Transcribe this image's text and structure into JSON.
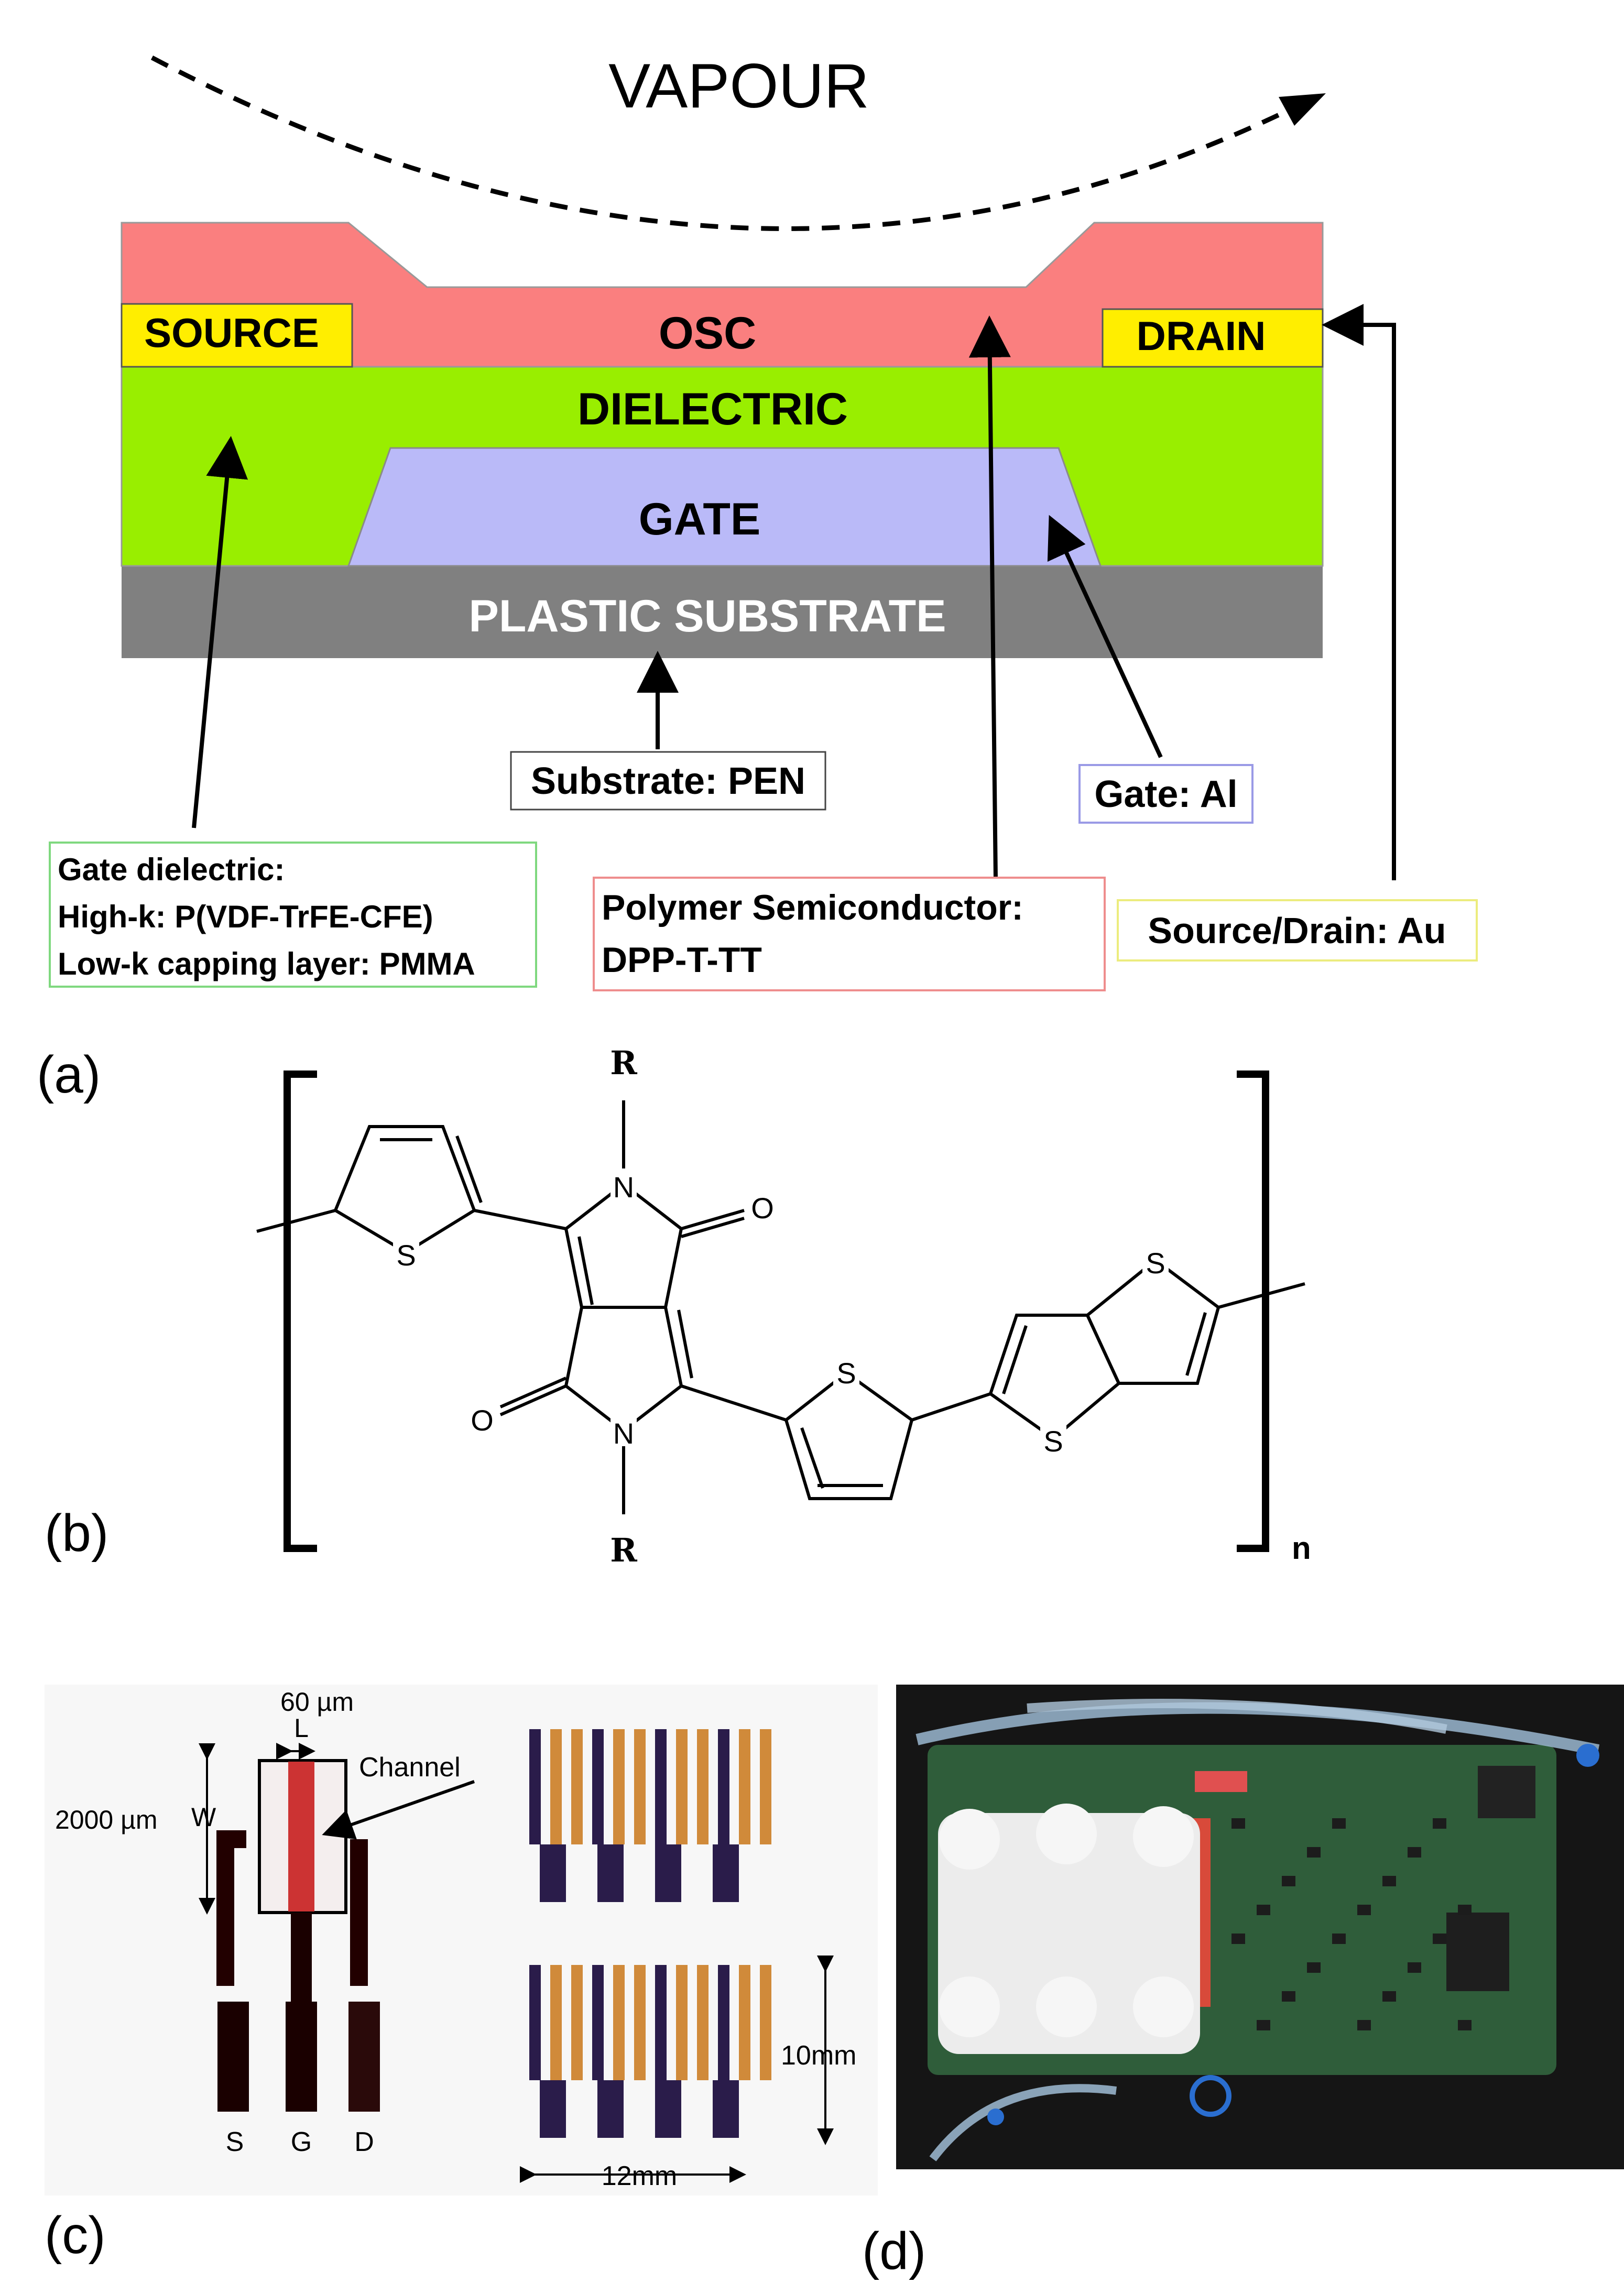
{
  "panel_a": {
    "vapour_label": "VAPOUR",
    "layers": {
      "source": "SOURCE",
      "osc": "OSC",
      "drain": "DRAIN",
      "dielectric": "DIELECTRIC",
      "gate": "GATE",
      "substrate": "PLASTIC SUBSTRATE"
    },
    "colors": {
      "osc": "#fa7f7f",
      "source_drain": "#ffee00",
      "dielectric": "#99ee00",
      "gate": "#babaf8",
      "substrate": "#808080",
      "box_dielectric": "#7fd87f",
      "box_gate": "#9a9ae6",
      "box_semiconductor": "#ee8d8d",
      "box_source_drain": "#ecec7e"
    },
    "callouts": {
      "substrate": "Substrate: PEN",
      "gate": "Gate: Al",
      "dielectric_title": "Gate dielectric:",
      "dielectric_highk": "High-k: P(VDF-TrFE-CFE)",
      "dielectric_lowk": "Low-k capping layer: PMMA",
      "semiconductor_title": "Polymer Semiconductor:",
      "semiconductor_name": "DPP-T-TT",
      "source_drain": "Source/Drain: Au"
    },
    "panel_label": "(a)"
  },
  "panel_b": {
    "panel_label": "(b)",
    "atoms": {
      "r_top": "R",
      "r_bottom": "R",
      "n_top": "N",
      "n_bottom": "N",
      "o_right": "O",
      "o_left": "O",
      "s_thiophene_left": "S",
      "s_thiophene_mid": "S",
      "s_tt_top": "S",
      "s_tt_bottom": "S"
    },
    "subscript_n": "n"
  },
  "panel_c": {
    "panel_label": "(c)",
    "length_label": "60 µm",
    "l_label": "L",
    "channel_label": "Channel",
    "width_value": "2000 µm",
    "w_label": "W",
    "terminals": [
      "S",
      "G",
      "D"
    ],
    "dim_vertical": "10mm",
    "dim_horizontal": "12mm"
  },
  "panel_d": {
    "panel_label": "(d)"
  }
}
